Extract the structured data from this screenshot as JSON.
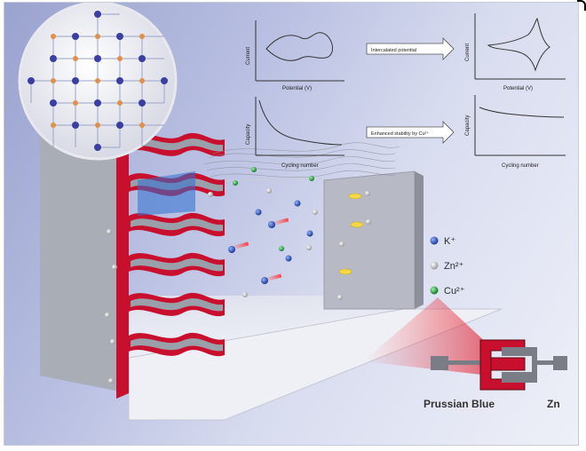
{
  "plots": {
    "cv_broad": {
      "ylabel": "Current",
      "xlabel": "Potential (V)"
    },
    "capacity_fade": {
      "ylabel": "Capacity",
      "xlabel": "Cycling number"
    },
    "cv_sharp": {
      "ylabel": "Current",
      "xlabel": "Potential (V)"
    },
    "capacity_stable": {
      "ylabel": "Capacity",
      "xlabel": "Cycling number"
    }
  },
  "arrows": {
    "top": "Intercalated potential",
    "bottom": "Enhanced stability by Cu²⁺"
  },
  "legend": [
    {
      "label": "K⁺",
      "color": "#2d4fa8"
    },
    {
      "label": "Zn²⁺",
      "color": "#d9d9d9"
    },
    {
      "label": "Cu²⁺",
      "color": "#2aa84a"
    }
  ],
  "battery": {
    "cathode_label": "Prussian Blue",
    "anode_label": "Zn"
  },
  "colors": {
    "electrode_red": "#c8102e",
    "background": "#b9c0e2"
  }
}
